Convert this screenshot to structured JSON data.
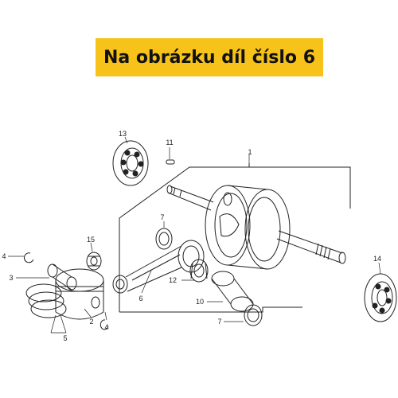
{
  "banner": {
    "text": "Na obrázku díl číslo 6"
  },
  "callouts": {
    "c1": "1",
    "c2": "2",
    "c3": "3",
    "c4a": "4",
    "c4b": "4",
    "c5": "5",
    "c6": "6",
    "c7a": "7",
    "c7b": "7",
    "c10": "10",
    "c11": "11",
    "c12": "12",
    "c13": "13",
    "c14": "14",
    "c15": "15"
  }
}
